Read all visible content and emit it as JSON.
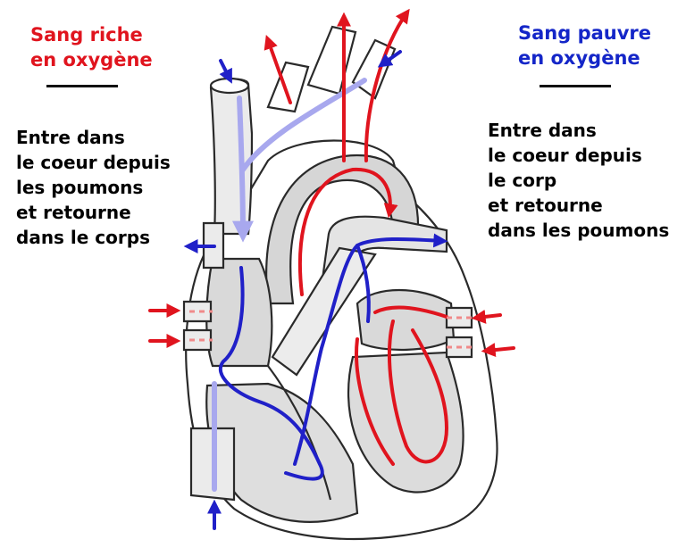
{
  "left_panel": {
    "title_line1": "Sang riche",
    "title_line2": "en oxygène",
    "title_color": "#e0141e",
    "text_lines": [
      "Entre dans",
      "le coeur depuis",
      "les poumons",
      "et retourne",
      "dans le corps"
    ]
  },
  "right_panel": {
    "title_line1": "Sang pauvre",
    "title_line2": "en oxygène",
    "title_color": "#1426c8",
    "text_lines": [
      "Entre dans",
      "le coeur depuis",
      "le corp",
      "et retourne",
      "dans les poumons"
    ]
  },
  "colors": {
    "oxygen_rich": "#e0141e",
    "oxygen_poor": "#2020c8",
    "oxygen_poor_light": "#a8a8ee",
    "heart_outline": "#2a2a2a",
    "chamber_fill": "#d6d6d6"
  }
}
